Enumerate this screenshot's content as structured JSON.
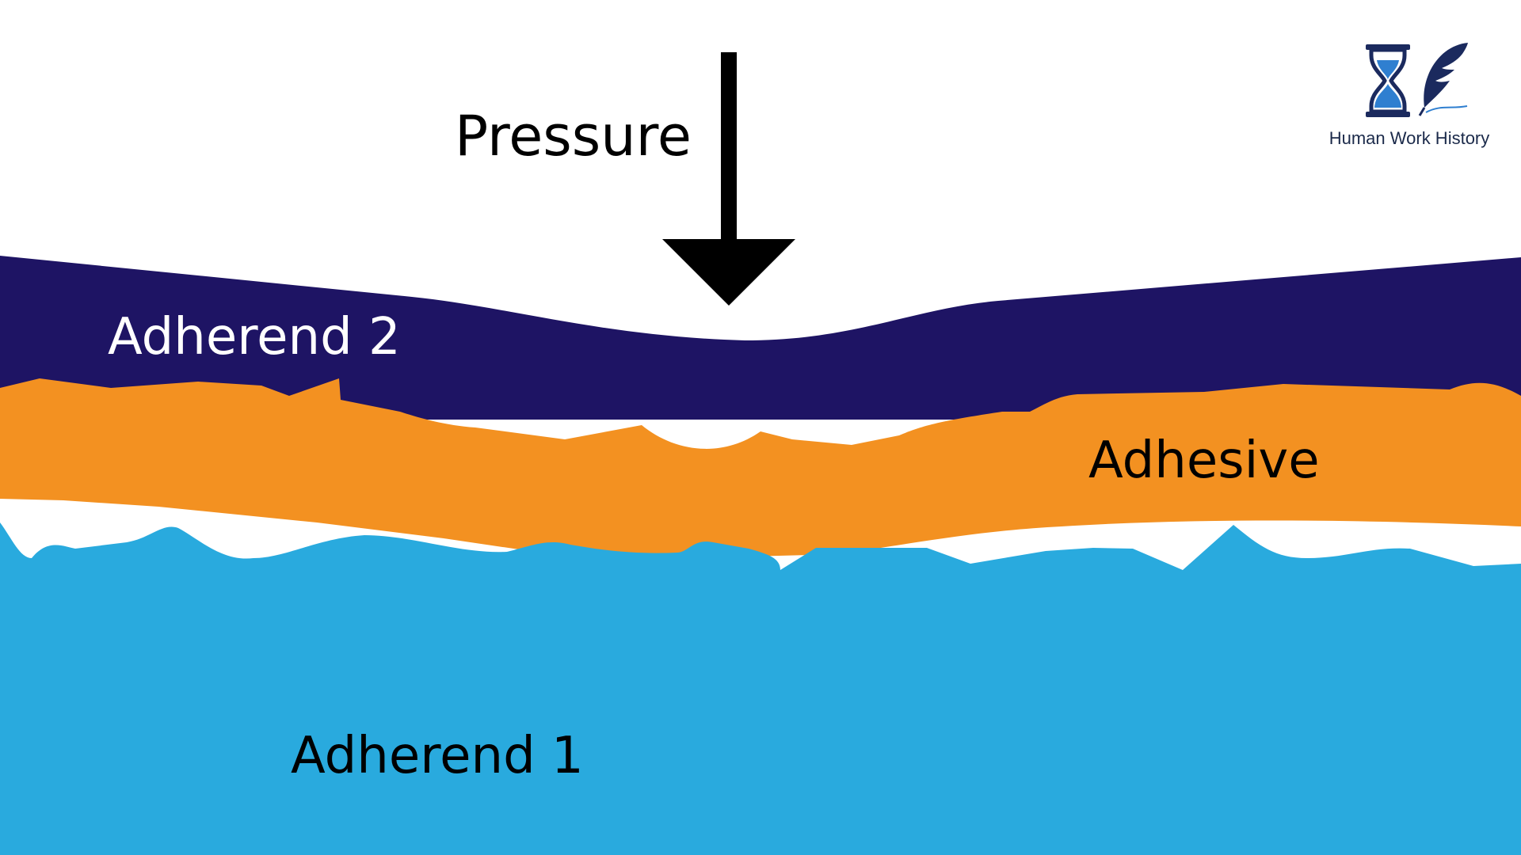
{
  "labels": {
    "pressure": "Pressure",
    "adherend_2": "Adherend 2",
    "adhesive": "Adhesive",
    "adherend_1": "Adherend 1"
  },
  "logo": {
    "text": "Human Work History",
    "icons": [
      "hourglass-icon",
      "quill-feather-icon"
    ]
  },
  "colors": {
    "adherend_2": "#1e1464",
    "adhesive": "#f39121",
    "adherend_1": "#29aade",
    "arrow": "#000000",
    "logo_dark": "#1b2a5e",
    "logo_blue": "#2f7fd0"
  }
}
